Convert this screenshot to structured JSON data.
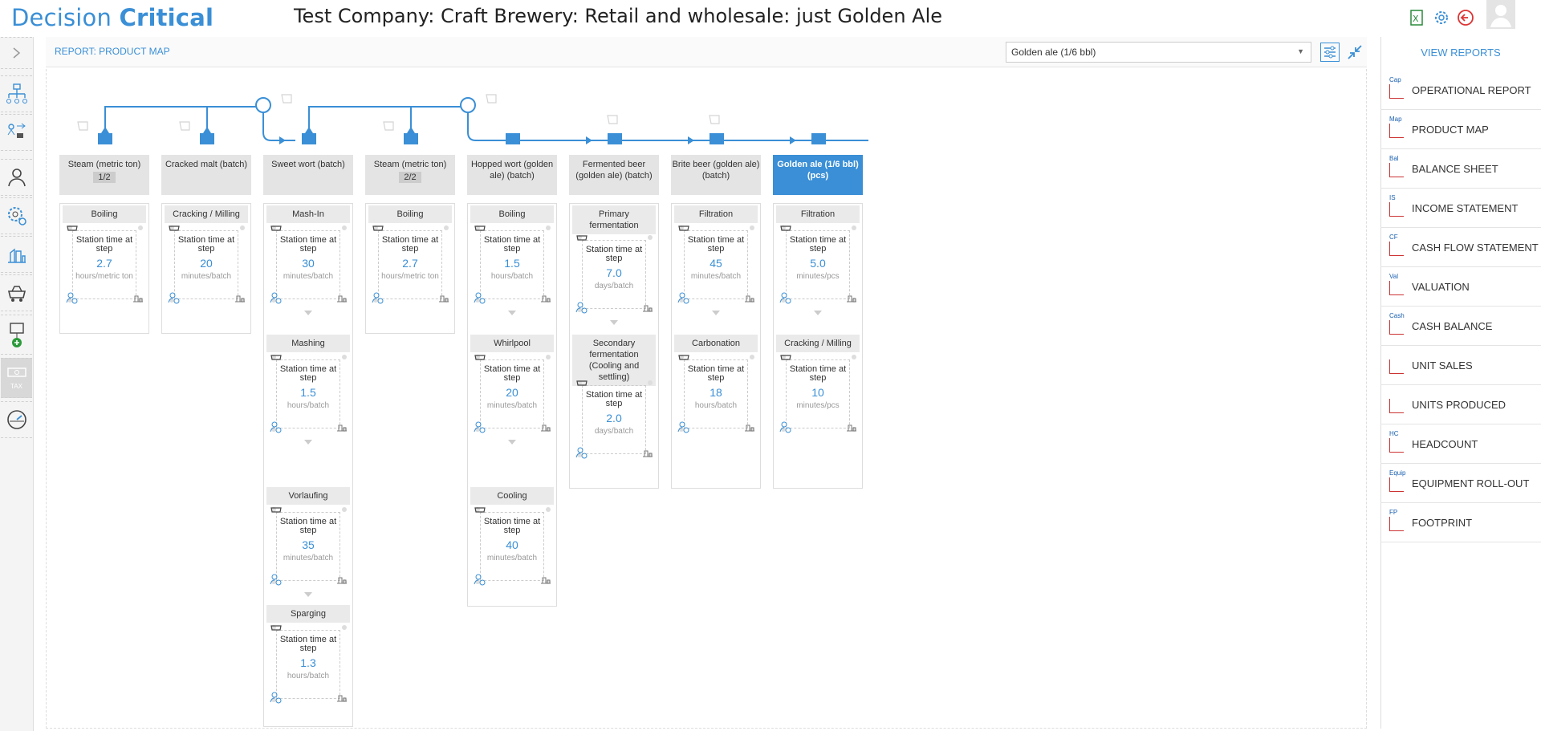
{
  "app": {
    "logo_text_a": "Decision",
    "logo_text_b": "Critical",
    "title": "Test Company: Craft Brewery: Retail and wholesale: just Golden Ale"
  },
  "report": {
    "title": "REPORT: PRODUCT MAP",
    "selected_product": "Golden ale (1/6 bbl)"
  },
  "leftbar": {
    "items": [
      "expand-icon",
      "org-chart-icon",
      "process-icon",
      "user-icon",
      "settings-icon",
      "equipment-icon",
      "station-icon",
      "add-icon",
      "tax-icon",
      "gauge-icon"
    ],
    "tax_label": "TAX"
  },
  "map": {
    "columns": [
      {
        "header": "Steam (metric ton)",
        "tag": "1/2",
        "steps": [
          {
            "title": "Boiling",
            "label": "Station time at step",
            "value": "2.7",
            "unit": "hours/metric ton"
          }
        ]
      },
      {
        "header": "Cracked malt (batch)",
        "tag": "",
        "steps": [
          {
            "title": "Cracking / Milling",
            "label": "Station time at step",
            "value": "20",
            "unit": "minutes/batch"
          }
        ]
      },
      {
        "header": "Sweet wort (batch)",
        "tag": "",
        "steps": [
          {
            "title": "Mash-In",
            "label": "Station time at step",
            "value": "30",
            "unit": "minutes/batch"
          },
          {
            "title": "Mashing",
            "label": "Station time at step",
            "value": "1.5",
            "unit": "hours/batch"
          },
          {
            "title": "Vorlaufing",
            "label": "Station time at step",
            "value": "35",
            "unit": "minutes/batch"
          },
          {
            "title": "Sparging",
            "label": "Station time at step",
            "value": "1.3",
            "unit": "hours/batch"
          }
        ]
      },
      {
        "header": "Steam (metric ton)",
        "tag": "2/2",
        "steps": [
          {
            "title": "Boiling",
            "label": "Station time at step",
            "value": "2.7",
            "unit": "hours/metric ton"
          }
        ]
      },
      {
        "header": "Hopped wort (golden ale) (batch)",
        "tag": "",
        "steps": [
          {
            "title": "Boiling",
            "label": "Station time at step",
            "value": "1.5",
            "unit": "hours/batch"
          },
          {
            "title": "Whirlpool",
            "label": "Station time at step",
            "value": "20",
            "unit": "minutes/batch"
          },
          {
            "title": "Cooling",
            "label": "Station time at step",
            "value": "40",
            "unit": "minutes/batch"
          }
        ]
      },
      {
        "header": "Fermented beer (golden ale) (batch)",
        "tag": "",
        "steps": [
          {
            "title": "Primary fermentation",
            "label": "Station time at step",
            "value": "7.0",
            "unit": "days/batch"
          },
          {
            "title": "Secondary fermentation (Cooling and settling)",
            "label": "Station time at step",
            "value": "2.0",
            "unit": "days/batch"
          }
        ]
      },
      {
        "header": "Brite beer (golden ale) (batch)",
        "tag": "",
        "steps": [
          {
            "title": "Filtration",
            "label": "Station time at step",
            "value": "45",
            "unit": "minutes/batch"
          },
          {
            "title": "Carbonation",
            "label": "Station time at step",
            "value": "18",
            "unit": "hours/batch"
          }
        ]
      },
      {
        "header": "Golden ale (1/6 bbl) (pcs)",
        "tag": "",
        "steps": [
          {
            "title": "Filtration",
            "label": "Station time at step",
            "value": "5.0",
            "unit": "minutes/pcs"
          },
          {
            "title": "Cracking / Milling",
            "label": "Station time at step",
            "value": "10",
            "unit": "minutes/pcs"
          }
        ]
      }
    ]
  },
  "rightbar": {
    "title": "VIEW REPORTS",
    "items": [
      {
        "label": "OPERATIONAL REPORT",
        "tag": "Cap"
      },
      {
        "label": "PRODUCT MAP",
        "tag": "Map"
      },
      {
        "label": "BALANCE SHEET",
        "tag": "Bal"
      },
      {
        "label": "INCOME STATEMENT",
        "tag": "IS"
      },
      {
        "label": "CASH FLOW STATEMENT",
        "tag": "CF"
      },
      {
        "label": "VALUATION",
        "tag": "Val"
      },
      {
        "label": "CASH BALANCE",
        "tag": "Cash"
      },
      {
        "label": "UNIT SALES",
        "tag": ""
      },
      {
        "label": "UNITS PRODUCED",
        "tag": ""
      },
      {
        "label": "HEADCOUNT",
        "tag": "HC"
      },
      {
        "label": "EQUIPMENT ROLL-OUT",
        "tag": "Equip"
      },
      {
        "label": "FOOTPRINT",
        "tag": "FP"
      }
    ]
  },
  "colors": {
    "accent": "#3a8fd6",
    "header_bg": "#e4e4e4"
  }
}
